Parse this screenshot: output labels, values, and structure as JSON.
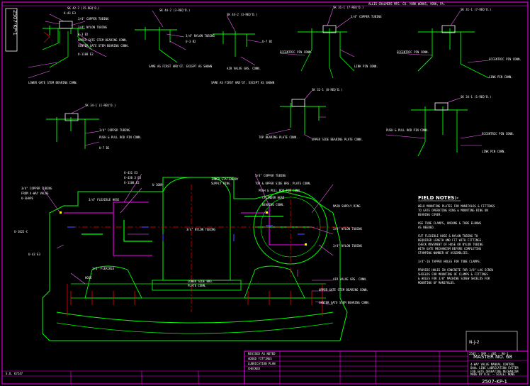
{
  "header": {
    "company": "ALLIS-CHALMERS MFG. CO. YORK WORKS, YORK, PA.",
    "dwg_no": "2507-KP-1"
  },
  "detail1": {
    "l1": "SK 42-2 (15-REQ'D.)",
    "l2": "U-43 E3",
    "l3": "3/4\" COPPER TUBING",
    "l4": "3/4\" NYLON TUBING",
    "l5": "U-3 B2",
    "l6": "UPPER GATE STEM BEARING CONN.",
    "l7": "CENTER GATE STEM BEARING CONN.",
    "l8": "U-1108 E2",
    "l9": "LOWER GATE STEM BEARING CONN."
  },
  "detail2": {
    "l1": "SK 44-2 (3-REQ'D.)",
    "l2": "3/4\" NYLON TUBING",
    "l3": "U-3 B2",
    "l4": "SAME AS FIRST ARR'GT. EXCEPT AS SHOWN"
  },
  "detail3": {
    "l1": "SK 44-2 (3-REQ'D.)",
    "l2": "U-7 B2",
    "l3": "AIR VALVE GRS. CONN.",
    "note": "SAME AS FIRST ARR'GT. EXCEPT AS SHOWN"
  },
  "detail4": {
    "l1": "SK 31-1 (7-REQ'D.)",
    "l2": "3/4\" COPPER TUBING",
    "l3": "ECCENTRIC PIN CONN.",
    "l4": "LINK PIN CONN."
  },
  "detail5": {
    "l1": "SK 31-1 (7-REQ'D.)",
    "l2": "ECCENTRIC PIN CONN.",
    "l3": "ECCENTRIC PIN CONN.",
    "l4": "LINK PIN CONN."
  },
  "detailA": {
    "l1": "SK 34-1 (1-REQ'D.)",
    "l2": "3/4\" COPPER TUBING",
    "l3": "PUSH & PULL ROD PIN CONN.",
    "l4": "U-7 B2"
  },
  "detailB": {
    "l1": "SK 32-1 (8-REQ'D.)",
    "l2": "TOP BEARING PLATE CONN.",
    "l3": "UPPER SIDE BEARING PLATE CONN."
  },
  "detailC": {
    "l1": "SK 34-1 (1-REQ'D.)",
    "l2": "PUSH & PULL ROD PIN CONN.",
    "l3": "ECCENTRIC PIN CONN.",
    "l4": "LINK PIN CONN."
  },
  "main": {
    "l1": "3/4\" COPPER TUBING",
    "l2": "FROM 4-WAY VALVE",
    "l3": "U-SHAPE",
    "l4": "U-1022-C",
    "l5": "3/4\" FLEXIBLE HOSE",
    "l6": "U-431 E3",
    "l7": "U-430 3 E3",
    "l8": "U-1108 E2",
    "l9": "U-1009",
    "l10": "3/4\" NYLON TUBING",
    "l11": "LOWER SIDE BRG.",
    "l12": "PLATE CONN.",
    "l13": "INNER STATIONARY",
    "l14": "SUPPLY RING",
    "l15": "3/4\" COPPER TUBING",
    "l16": "TOP & UPPER SIDE BRG. PLATE CONN.",
    "l17": "PUSH & PULL ROD PIN CONN.",
    "l18": "CYLINDER HEAD",
    "l19": "BEARING CONN.",
    "l20": "MAIN SUPPLY RING",
    "l21": "3/4\" NYLON TUBING",
    "l22": "3/4\" NYLON TUBING",
    "l23": "AIR VALVE GRS. CONN.",
    "l24": "UPPER GATE STEM BEARING CONN.",
    "l25": "CENTER GATE STEM BEARING CONN.",
    "l26": "3/4\" FLEXIBLE",
    "l27": "HOSE",
    "l28": "U-43 E3"
  },
  "notes": {
    "title": "FIELD NOTES:-",
    "lines": [
      "WELD MOUNTING PLATES FOR MANIFOLDS & FITTINGS",
      "TO GATE OPERATING RING & MOUNTING RING ON",
      "BEARING COVER.",
      "USE TUBE CLAMPS, UNIONS & TUBE ELBOWS",
      "AS NEEDED.",
      "CUT FLEXIBLE HOSE & NYLON TUBING TO",
      "REQUIRED LENGTH AND FIT WITH FITTINGS.",
      "CHECK MOVEMENT OF HOSE OR NYLON TUBING",
      "WITH GATE MECHANISM BEFORE COMPLETING",
      "STAMPING NUMBER OF ASSEMBLIES.",
      "3/4\"-16 TAPPED HOLES FOR TUBE CLAMPS.",
      "PROVIDE HOLES IN CONCRETE FOR 3/8\" LAG SCREW",
      "SHIELDS FOR MOUNTING OF CLAMPS & FITTINGS",
      "& HOLES FOR 3/8\" MACHINE SCREW SHIELDS FOR",
      "MOUNTING OF MANIFOLDS."
    ]
  },
  "ref": {
    "sheet": "N-J-2",
    "number": "2505 - SMP - 405 - 90-1"
  },
  "title": {
    "master": "MASTER NO. 68",
    "lines": [
      "4-WAY VALVE MANUAL CONTROL",
      "DUAL LINE LUBRICATION SYSTEM",
      "FOR GATE OPERATING MECHANISM"
    ],
    "scale": "MADE BY R.B. — SCALE: NONE",
    "dwg_no": "2507-KP-1",
    "revs": [
      "REVISED AS NOTED",
      "ADDED FITTINGS",
      "LUBRICATION PLAN",
      "CHECKED"
    ],
    "bl_ref": "S.O. 67247"
  }
}
